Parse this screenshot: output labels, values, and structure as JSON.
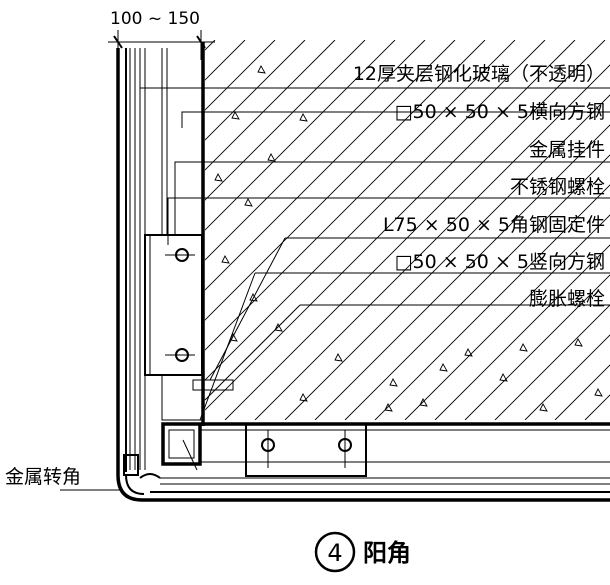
{
  "dimension": {
    "text": "100 ~ 150"
  },
  "labels": [
    "12厚夹层钢化玻璃（不透明）",
    "□50 × 50 × 5横向方钢",
    "金属挂件",
    "不锈钢螺栓",
    "L75 × 50 × 5角钢固定件",
    "□50 × 50 × 5竖向方钢",
    "膨胀螺栓"
  ],
  "corner_label": "金属转角",
  "title": {
    "number": "4",
    "text": "阳角"
  }
}
